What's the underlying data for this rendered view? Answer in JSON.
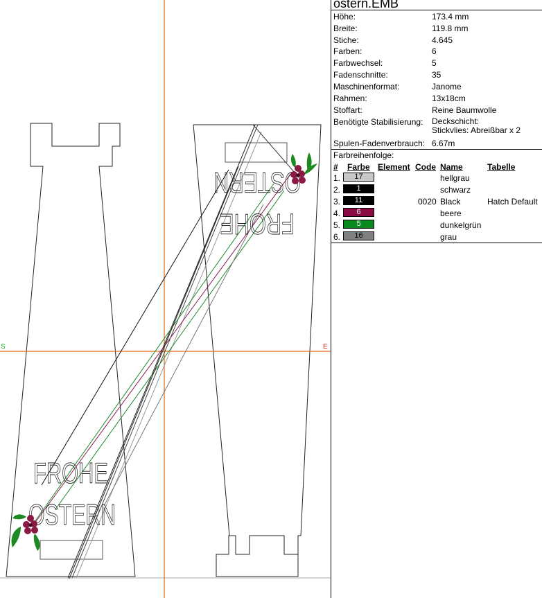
{
  "file": {
    "title": "ostern.EMB"
  },
  "canvas": {
    "start_label": "S",
    "end_label": "E",
    "start_color": "#22b422",
    "end_color": "#d81e1e",
    "axis_color": "#e06a18"
  },
  "properties": [
    {
      "key": "Höhe:",
      "value": "173.4 mm"
    },
    {
      "key": "Breite:",
      "value": "119.8 mm"
    },
    {
      "key": "Stiche:",
      "value": "4.645"
    },
    {
      "key": "Farben:",
      "value": "6"
    },
    {
      "key": "Farbwechsel:",
      "value": "5"
    },
    {
      "key": "Fadenschnitte:",
      "value": "35"
    },
    {
      "key": "Maschinenformat:",
      "value": "Janome"
    },
    {
      "key": "Rahmen:",
      "value": "13x18cm"
    },
    {
      "key": "Stoffart:",
      "value": "Reine Baumwolle"
    }
  ],
  "stabilizer": {
    "key": "Benötigte Stabilisierung:",
    "line1": "Deckschicht:",
    "line2": "Stickvlies: Abreißbar x 2"
  },
  "bobbin": {
    "key": "Spulen-Fadenverbrauch:",
    "value": "6.67m"
  },
  "colors": {
    "section_label": "Farbreihenfolge:",
    "headers": {
      "num": "#",
      "swatch": "Farbe",
      "element": "Element",
      "code": "Code",
      "name": "Name",
      "table": "Tabelle"
    },
    "rows": [
      {
        "num": "1.",
        "swatch": "17",
        "bg": "#c8c8c8",
        "fg": "#000000",
        "code": "",
        "name": "hellgrau",
        "table": ""
      },
      {
        "num": "2.",
        "swatch": "1",
        "bg": "#000000",
        "fg": "#ffffff",
        "code": "",
        "name": "schwarz",
        "table": ""
      },
      {
        "num": "3.",
        "swatch": "11",
        "bg": "#000000",
        "fg": "#ffffff",
        "code": "0020",
        "name": "Black",
        "table": "Hatch Default"
      },
      {
        "num": "4.",
        "swatch": "6",
        "bg": "#8a0a44",
        "fg": "#ffffff",
        "code": "",
        "name": "beere",
        "table": ""
      },
      {
        "num": "5.",
        "swatch": "5",
        "bg": "#0a8a1e",
        "fg": "#ffffff",
        "code": "",
        "name": "dunkelgrün",
        "table": ""
      },
      {
        "num": "6.",
        "swatch": "16",
        "bg": "#808080",
        "fg": "#000000",
        "code": "",
        "name": "grau",
        "table": ""
      }
    ]
  },
  "design": {
    "text_left_1": "FROHE",
    "text_left_2": "OSTERN",
    "text_right_1": "OSTERN",
    "text_right_2": "FROHE"
  }
}
